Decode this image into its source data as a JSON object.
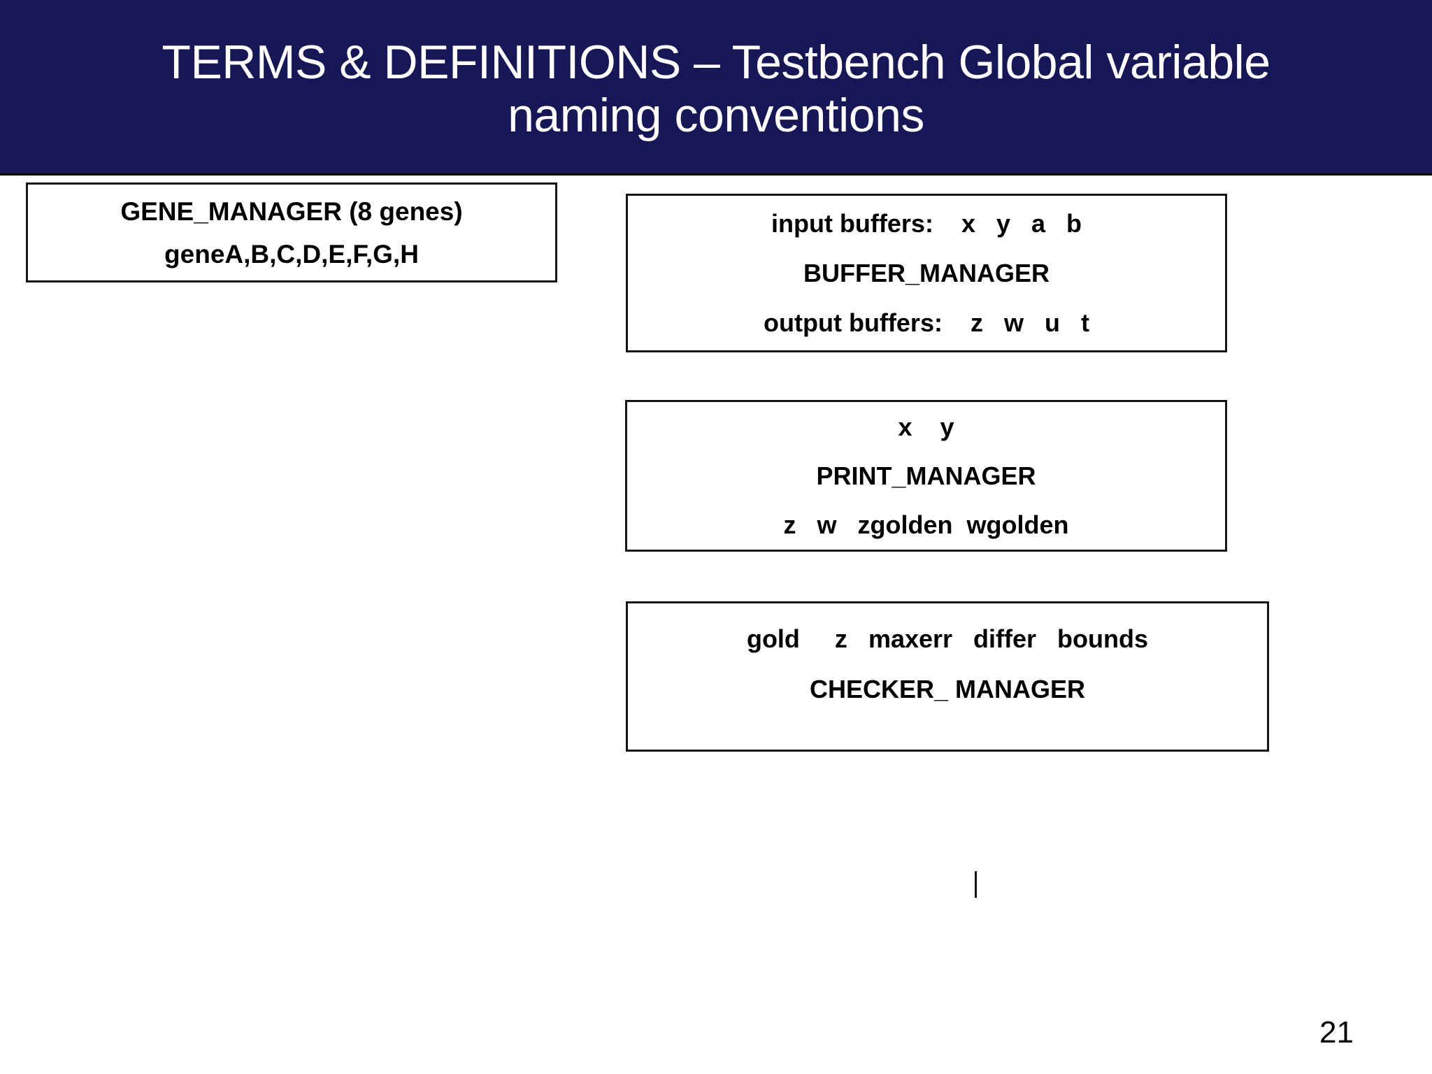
{
  "slide": {
    "page_number": "21",
    "banner_color": "#171757",
    "title_color": "#ffffff",
    "box_border_color": "#161616",
    "background_color": "#ffffff"
  },
  "title": {
    "line_1": "TERMS & DEFINITIONS – Testbench Global variable",
    "line_2": "naming conventions",
    "full": "TERMS & DEFINITIONS – Testbench Global variable naming conventions"
  },
  "boxes": {
    "gene_manager": {
      "name": "GENE_MANAGER",
      "line_1": "GENE_MANAGER (8 genes)",
      "line_2": "geneA,B,C,D,E,F,G,H"
    },
    "buffer_manager": {
      "name": "BUFFER_MANAGER",
      "line_1": "input buffers:    x   y   a   b",
      "line_2": "BUFFER_MANAGER",
      "line_3": "output buffers:    z   w   u   t"
    },
    "print_manager": {
      "name": "PRINT_MANAGER",
      "line_1": "x    y",
      "line_2": "PRINT_MANAGER",
      "line_3": "z   w   zgolden  wgolden"
    },
    "checker_manager": {
      "name": "CHECKER_ MANAGER",
      "line_1": "gold     z   maxerr   differ   bounds",
      "line_2": "CHECKER_ MANAGER"
    }
  }
}
